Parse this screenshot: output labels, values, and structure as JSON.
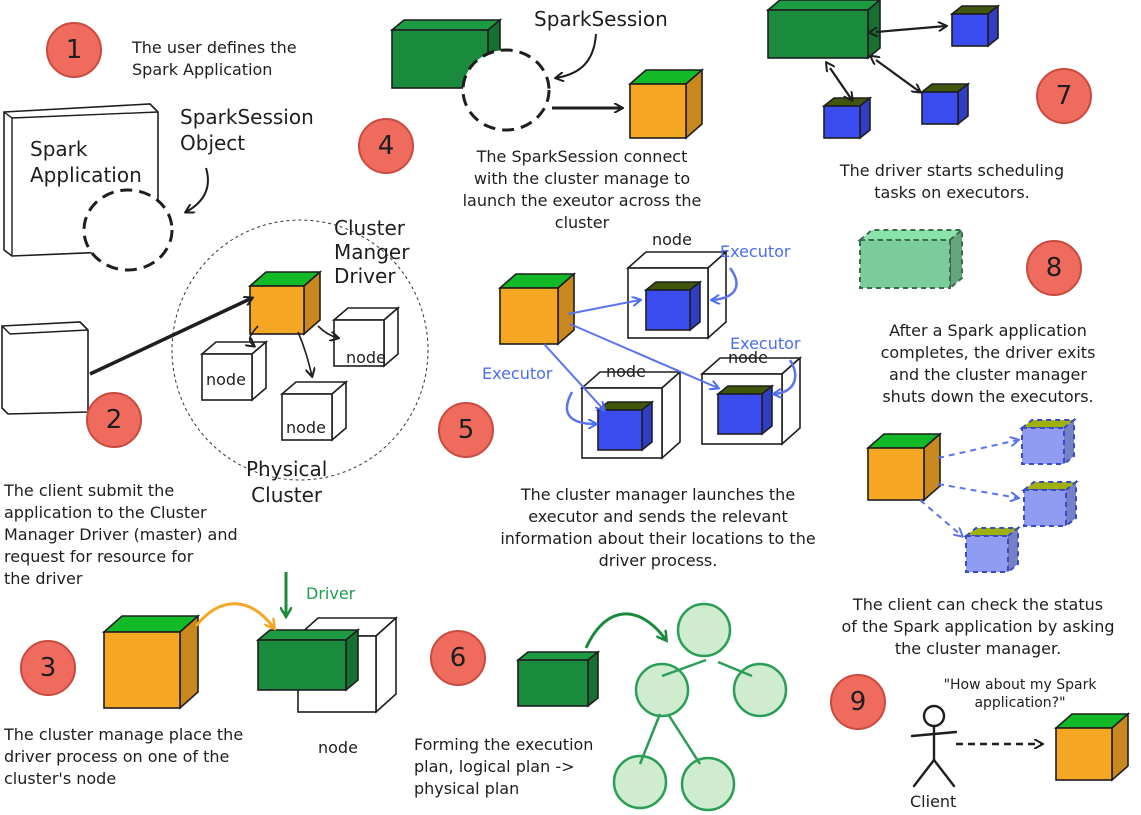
{
  "steps": [
    {
      "number": "1",
      "text": [
        "The user defines the",
        "Spark Application"
      ]
    },
    {
      "number": "2",
      "text": [
        "The client submit the",
        "application to the Cluster",
        "Manager Driver (master) and",
        "request for resource for",
        "the driver"
      ]
    },
    {
      "number": "3",
      "text": [
        "The cluster manage place the",
        "driver process on one of the",
        "cluster's node"
      ]
    },
    {
      "number": "4",
      "text": [
        "The SparkSession connect",
        "with the cluster manage to",
        "launch the exeutor across the",
        "cluster"
      ]
    },
    {
      "number": "5",
      "text": [
        "The cluster manager launches the",
        "executor and sends the relevant",
        "information about their locations to the",
        "driver process."
      ]
    },
    {
      "number": "6",
      "text": [
        "Forming the execution",
        "plan, logical plan ->",
        "physical plan"
      ]
    },
    {
      "number": "7",
      "text": [
        "The driver starts scheduling",
        "tasks on executors."
      ]
    },
    {
      "number": "8",
      "text": [
        "After a Spark application",
        "completes, the driver exits",
        "and the cluster manager",
        "shuts down the executors."
      ]
    },
    {
      "number": "9",
      "text": [
        "The client can check the status",
        "of the Spark application by asking",
        "the cluster manager."
      ]
    }
  ],
  "labels": {
    "spark_application": [
      "Spark",
      "Application"
    ],
    "sparksession_object": [
      "SparkSession",
      "Object"
    ],
    "cluster_manager_driver": [
      "Cluster",
      "Manger",
      "Driver"
    ],
    "physical_cluster": [
      "Physical",
      "Cluster"
    ],
    "node": "node",
    "sparksession": "SparkSession",
    "executor": "Executor",
    "driver": "Driver",
    "quote": [
      "\"How about my Spark",
      "application?\""
    ],
    "client": "Client"
  },
  "colors": {
    "orange": "#f5a623",
    "green": "#1a8a3c",
    "blue": "#3a4cf0",
    "red_badge": "#ef6b5e",
    "light_green": "#7ccb9a",
    "light_blue": "#8f9cf2",
    "blue_text": "#4a6cf7",
    "green_text": "#1f9d4c"
  }
}
